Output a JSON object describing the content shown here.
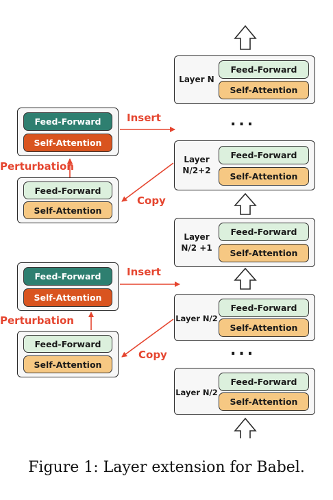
{
  "blocks": {
    "ff": "Feed-Forward",
    "sa": "Self-Attention"
  },
  "main_stack": {
    "layer_n": "Layer N",
    "layer_n2_2": [
      "Layer",
      "N/2+2"
    ],
    "layer_n2_1": [
      "Layer",
      "N/2 +1"
    ],
    "layer_n2_a": "Layer N/2",
    "layer_n2_b": "Layer N/2",
    "ellipsis": "..."
  },
  "side_labels": {
    "insert": "Insert",
    "copy": "Copy",
    "perturbation": "Perturbation"
  },
  "caption": "Figure 1: Layer extension for Babel.",
  "colors": {
    "red": "#e5452f",
    "ff_light": "#dcf0dd",
    "sa_light": "#f6c883",
    "ff_dark": "#2e7f70",
    "sa_dark": "#d9541f"
  }
}
